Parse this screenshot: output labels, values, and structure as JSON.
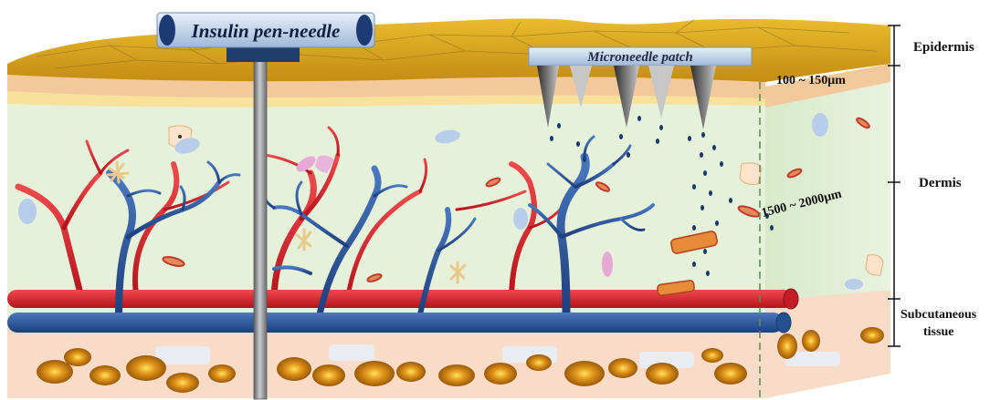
{
  "labels": {
    "insulin_pen": "Insulin pen-needle",
    "microneedle_patch": "Microneedle patch",
    "epidermis_depth": "100 ~ 150μm",
    "dermis_depth": "1500 ~ 2000μm"
  },
  "layers": {
    "epidermis": "Epidermis",
    "dermis": "Dermis",
    "subcutaneous_line1": "Subcutaneous",
    "subcutaneous_line2": "tissue"
  },
  "colors": {
    "epidermis_top": "#d9a51f",
    "epidermis_band": "#f3c99b",
    "dermis": "#e6f1d9",
    "subcutaneous": "#f8dcc8",
    "artery": "#e3262e",
    "vein": "#2c5aa0",
    "needle": "#8a8c90",
    "fat_cell": "#d4810f"
  }
}
